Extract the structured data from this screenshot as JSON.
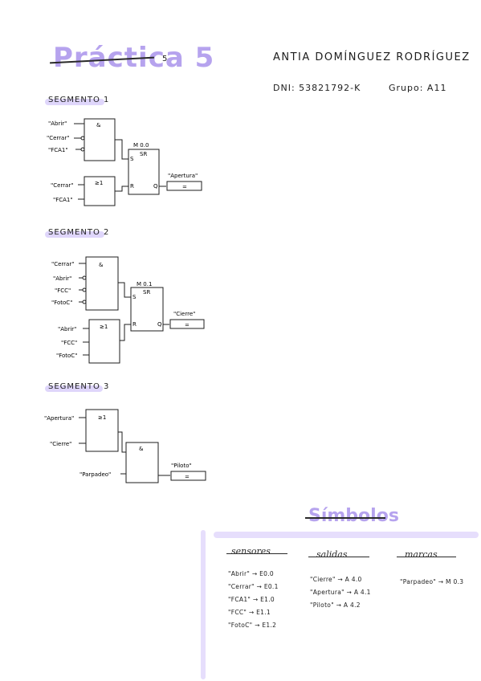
{
  "header": {
    "title": "Práctica 5",
    "title_sup": "5",
    "author": "Antia Domínguez Rodríguez",
    "dni": "DNI: 53821792-K",
    "grupo": "Grupo: A11"
  },
  "segment1": {
    "label": "Segmento 1",
    "and_block": "&",
    "or_block": "≥1",
    "sr_addr": "M 0.0",
    "sr_type": "SR",
    "in_abrir": "\"Abrir\"",
    "in_cerrar": "\"Cerrar\"",
    "in_fca1": "\"FCA1\"",
    "in_cerrar2": "\"Cerrar\"",
    "in_fca1b": "\"FCA1\"",
    "s": "S",
    "r": "R",
    "q": "Q",
    "out": "\"Apertura\"",
    "coil": "="
  },
  "segment2": {
    "label": "Segmento 2",
    "and_block": "&",
    "or_block": "≥1",
    "sr_addr": "M 0.1",
    "sr_type": "SR",
    "in_cerrar": "\"Cerrar\"",
    "in_abrir": "\"Abrir\"",
    "in_fcc": "\"FCC\"",
    "in_fotoc": "\"FotoC\"",
    "in_abrir2": "\"Abrir\"",
    "in_fcc2": "\"FCC\"",
    "in_fotoc2": "\"FotoC\"",
    "s": "S",
    "r": "R",
    "q": "Q",
    "out": "\"Cierre\"",
    "coil": "="
  },
  "segment3": {
    "label": "Segmento 3",
    "or_block": "≥1",
    "and_block": "&",
    "in_apertura": "\"Apertura\"",
    "in_cierre": "\"Cierre\"",
    "in_parpadeo": "\"Parpadeo\"",
    "out": "\"Piloto\"",
    "coil": "="
  },
  "symbols": {
    "title": "Símbolos",
    "sensores": {
      "heading": "sensores",
      "rows": [
        "\"Abrir\" → E0.0",
        "\"Cerrar\" → E0.1",
        "\"FCA1\" → E1.0",
        "\"FCC\" → E1.1",
        "\"FotoC\" → E1.2"
      ]
    },
    "salidas": {
      "heading": "salidas",
      "rows": [
        "\"Cierre\" → A 4.0",
        "\"Apertura\" → A 4.1",
        "\"Piloto\" → A 4.2"
      ]
    },
    "marcas": {
      "heading": "marcas",
      "rows": [
        "\"Parpadeo\" → M 0.3"
      ]
    }
  }
}
